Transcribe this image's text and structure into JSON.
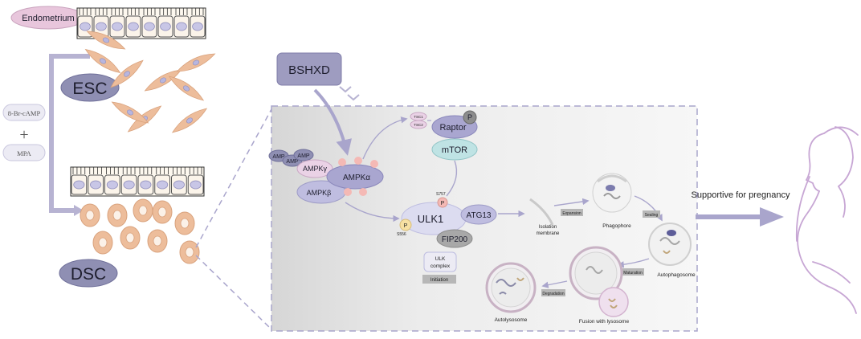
{
  "labels": {
    "endometrium": "Endometrium",
    "esc": "ESC",
    "dsc": "DSC",
    "br_camp": "8-Br-cAMP",
    "plus": "+",
    "mpa": "MPA",
    "bshxd": "BSHXD",
    "tsc1": "TSC1",
    "tsc2": "TSC2",
    "raptor": "Raptor",
    "p": "P",
    "mtor": "mTOR",
    "amp1": "AMP",
    "amp2": "AMP",
    "amp3": "AMP",
    "ampk_gamma": "AMPKγ",
    "ampk_alpha": "AMPKα",
    "ampk_beta": "AMPKβ",
    "s757": "S757",
    "s556": "S556",
    "ulk1": "ULK1",
    "atg13": "ATG13",
    "fip200": "FIP200",
    "ulk_complex_1": "ULK",
    "ulk_complex_2": "complex",
    "initiation": "Initiation",
    "isolation_1": "Isolation",
    "isolation_2": "membrane",
    "expansion": "Expansion",
    "phagophore": "Phagophore",
    "sealing": "Sealing",
    "autophagosome": "Autophagosome",
    "maturation": "Maturation",
    "fusion": "Fusion with lysosome",
    "degradation": "Degradation",
    "autolysosome": "Autolysosome",
    "supportive": "Supportive for pregnancy"
  },
  "colors": {
    "lavender_bar": "#b7b3d2",
    "cell_tan": "#edbd9b",
    "nucleus": "#b8b6df",
    "panel_gray": "#e5e5e5",
    "badge_gray": "#b7b7b7",
    "teal": "#bfe3e4",
    "pink_p": "#f4b9b5",
    "yellow_p": "#f7e0a3"
  }
}
